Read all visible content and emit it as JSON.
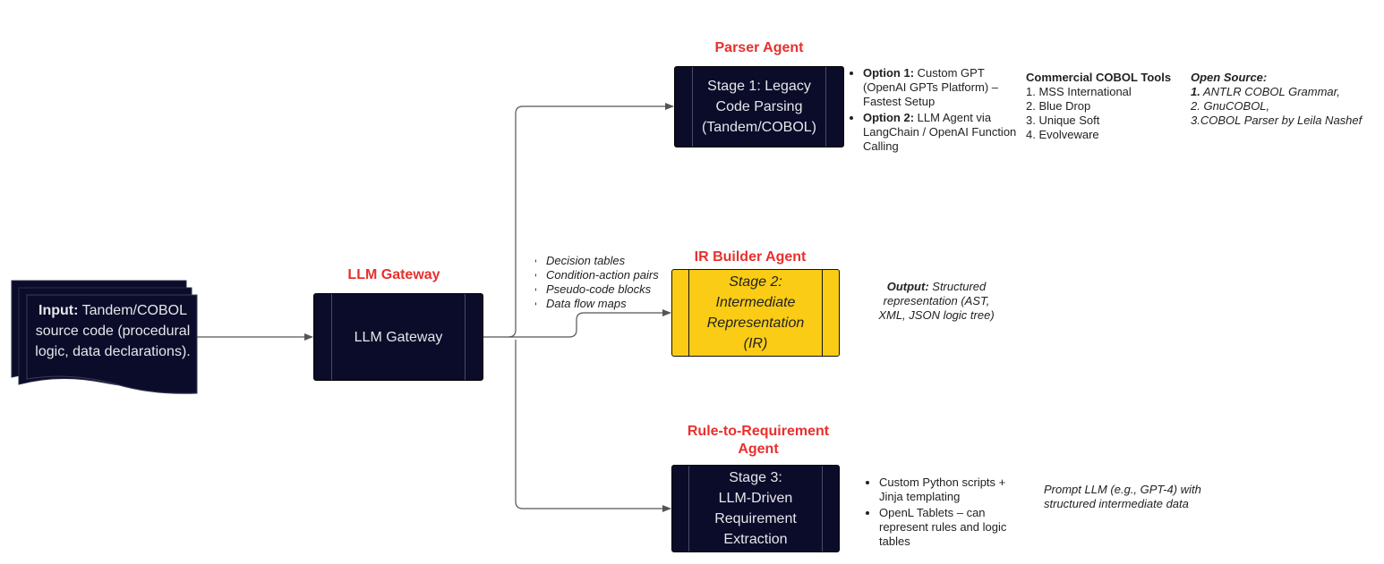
{
  "input": {
    "label_bold": "Input:",
    "label_rest": " Tandem/COBOL source code (procedural logic, data declarations)."
  },
  "gateway": {
    "title": "LLM Gateway",
    "box_text": "LLM Gateway"
  },
  "parser": {
    "title": "Parser Agent",
    "box_text": "Stage 1: Legacy\nCode Parsing\n(Tandem/COBOL)",
    "options": [
      {
        "bold": "Option 1:",
        "text": " Custom GPT (OpenAI GPTs Platform) – Fastest Setup"
      },
      {
        "bold": "Option 2:",
        "text": " LLM Agent via LangChain / OpenAI Function Calling"
      }
    ],
    "commercial_title": "Commercial COBOL Tools",
    "commercial_items": [
      "1.  MSS International",
      "2. Blue Drop",
      "3. Unique Soft",
      "4. Evolveware"
    ],
    "open_title": "Open Source:",
    "open_items": [
      {
        "num": "1.",
        "text": " ANTLR COBOL Grammar,"
      },
      {
        "num": "",
        "text": "2. GnuCOBOL,"
      },
      {
        "num": "",
        "text": "3.COBOL Parser by Leila Nashef"
      }
    ]
  },
  "ir": {
    "title": "IR Builder Agent",
    "box_text": "Stage 2:\nIntermediate\nRepresentation\n(IR)",
    "inputs": [
      "Decision tables",
      "Condition-action pairs",
      "Pseudo-code blocks",
      "Data flow maps"
    ],
    "output_bold": "Output:",
    "output_text": " Structured representation (AST, XML, JSON logic tree)"
  },
  "rule": {
    "title": "Rule-to-Requirement Agent",
    "box_text": "Stage 3:\nLLM-Driven\nRequirement\nExtraction",
    "tools": [
      "Custom Python scripts + Jinja templating",
      "OpenL Tablets – can represent rules and logic tables"
    ],
    "prompt": "Prompt LLM (e.g., GPT-4) with structured intermediate data"
  },
  "colors": {
    "box_dark": "#0b0c2a",
    "box_yellow": "#facc15",
    "title_red": "#e8302d",
    "wire": "#555555"
  }
}
